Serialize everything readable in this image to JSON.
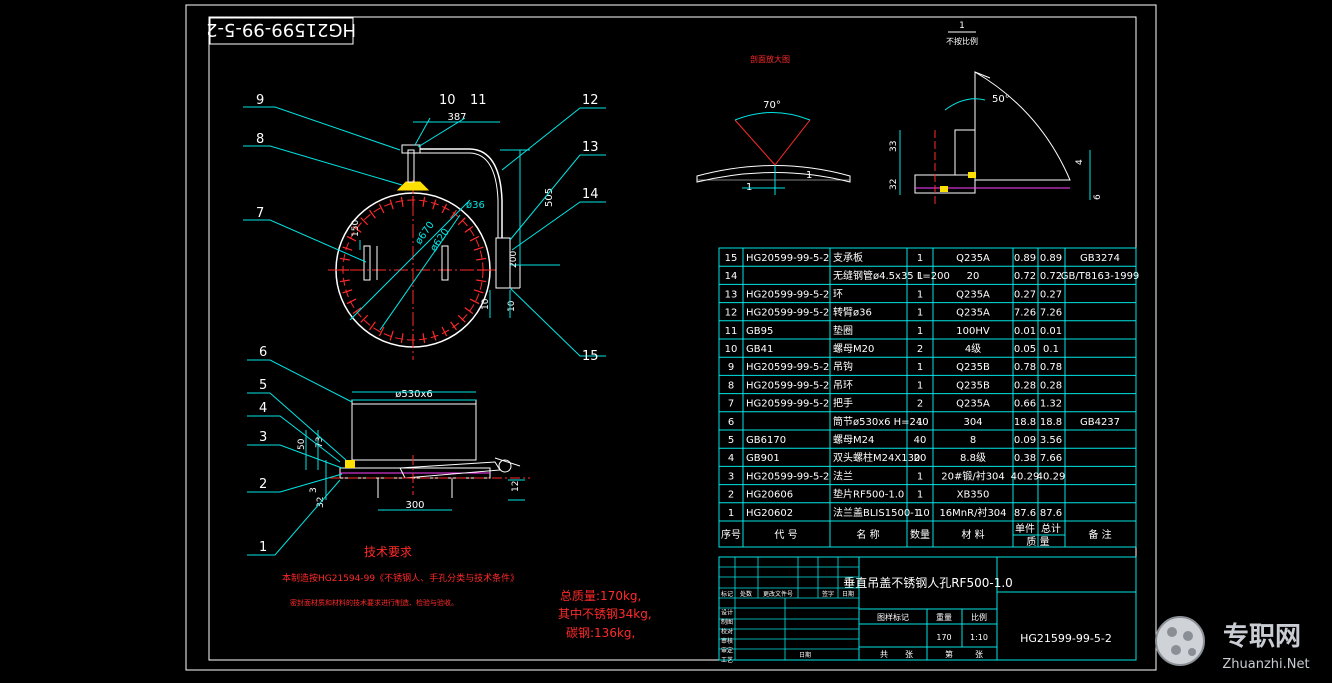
{
  "title_block_top": "HG21599-99-5-2",
  "detail_label": "剖面放大图",
  "scale_mark": "1",
  "scale_note": "不按比例",
  "callouts": [
    "1",
    "2",
    "3",
    "4",
    "5",
    "6",
    "7",
    "8",
    "9",
    "10",
    "11",
    "12",
    "13",
    "14",
    "15"
  ],
  "dims": {
    "d387": "387",
    "d505": "505",
    "d150": "150",
    "d200": "200",
    "d10a": "10",
    "d10b": "10",
    "phi36": "ø36",
    "phi670": "ø670",
    "phi620": "ø620",
    "phi530": "ø530x6",
    "d300": "300",
    "d50": "50",
    "d73": "73",
    "d3": "3",
    "d32a": "32",
    "d12": "12",
    "ang70": "70°",
    "ang50": "50°",
    "d1a": "1",
    "d1b": "1",
    "d33": "33",
    "d32b": "32",
    "d4": "4",
    "d6": "6"
  },
  "tech_title": "技术要求",
  "tech_lines": [
    "本制造按HG21594-99《不锈钢人、手孔分类与技术条件》",
    "密封面材质和材料的技术要求进行制造、检验与验收。"
  ],
  "weights": [
    "总质量:170kg,",
    "其中不锈钢34kg,",
    "碳钢:136kg,"
  ],
  "bom_rows": [
    [
      "15",
      "HG20599-99-5-2",
      "支承板",
      "1",
      "Q235A",
      "0.89",
      "0.89",
      "GB3274"
    ],
    [
      "14",
      "",
      "无缝钢管ø4.5x35 L=200",
      "1",
      "20",
      "0.72",
      "0.72",
      "GB/T8163-1999"
    ],
    [
      "13",
      "HG20599-99-5-2",
      "环",
      "1",
      "Q235A",
      "0.27",
      "0.27",
      ""
    ],
    [
      "12",
      "HG20599-99-5-2",
      "转臂ø36",
      "1",
      "Q235A",
      "7.26",
      "7.26",
      ""
    ],
    [
      "11",
      "GB95",
      "垫圈",
      "1",
      "100HV",
      "0.01",
      "0.01",
      ""
    ],
    [
      "10",
      "GB41",
      "螺母M20",
      "2",
      "4级",
      "0.05",
      "0.1",
      ""
    ],
    [
      "9",
      "HG20599-99-5-2",
      "吊钩",
      "1",
      "Q235B",
      "0.78",
      "0.78",
      ""
    ],
    [
      "8",
      "HG20599-99-5-2",
      "吊环",
      "1",
      "Q235B",
      "0.28",
      "0.28",
      ""
    ],
    [
      "7",
      "HG20599-99-5-2",
      "把手",
      "2",
      "Q235A",
      "0.66",
      "1.32",
      ""
    ],
    [
      "6",
      "",
      "筒节ø530x6 H=240",
      "1",
      "304",
      "18.8",
      "18.8",
      "GB4237"
    ],
    [
      "5",
      "GB6170",
      "螺母M24",
      "40",
      "8",
      "0.09",
      "3.56",
      ""
    ],
    [
      "4",
      "GB901",
      "双头螺柱M24X130",
      "20",
      "8.8级",
      "0.38",
      "7.66",
      ""
    ],
    [
      "3",
      "HG20599-99-5-2",
      "法兰",
      "1",
      "20#锻/衬304",
      "40.29",
      "40.29",
      ""
    ],
    [
      "2",
      "HG20606",
      "垫片RF500-1.0",
      "1",
      "XB350",
      "",
      "",
      " "
    ],
    [
      "1",
      "HG20602",
      "法兰盖BLIS1500-1.0",
      "1",
      "16MnR/衬304",
      "87.6",
      "87.6",
      ""
    ]
  ],
  "bom_header": [
    "序号",
    "代  号",
    "名  称",
    "数量",
    "材  料",
    "单件",
    "总计",
    "备  注"
  ],
  "bom_header_sub": "质  量",
  "tb": {
    "title": "垂直吊盖不锈钢人孔RF500-1.0",
    "mark_label": "图样标记",
    "weight_label": "重量",
    "scale_label": "比例",
    "weight_val": "170",
    "scale_val": "1:10",
    "sheet_a": "共",
    "sheet_b": "张",
    "sheet_c": "第",
    "sheet_d": "张",
    "drawing_no": "HG21599-99-5-2",
    "rows_left": [
      "标记",
      "设计",
      "制图",
      "校对",
      "审核",
      "审定",
      "工艺"
    ],
    "rev_cols": [
      "处数",
      "更改文件号",
      "签字",
      "日期"
    ],
    "date_label": "日期"
  },
  "watermark": {
    "cn": "专职网",
    "en": "Zhuanzhi.Net"
  },
  "colors": {
    "line": "#00e5e5",
    "red": "#ff2a2a",
    "white": "#ffffff",
    "yellow": "#ffe000",
    "magenta": "#ff40ff",
    "green": "#33ff33",
    "dim": "#00ff66"
  }
}
